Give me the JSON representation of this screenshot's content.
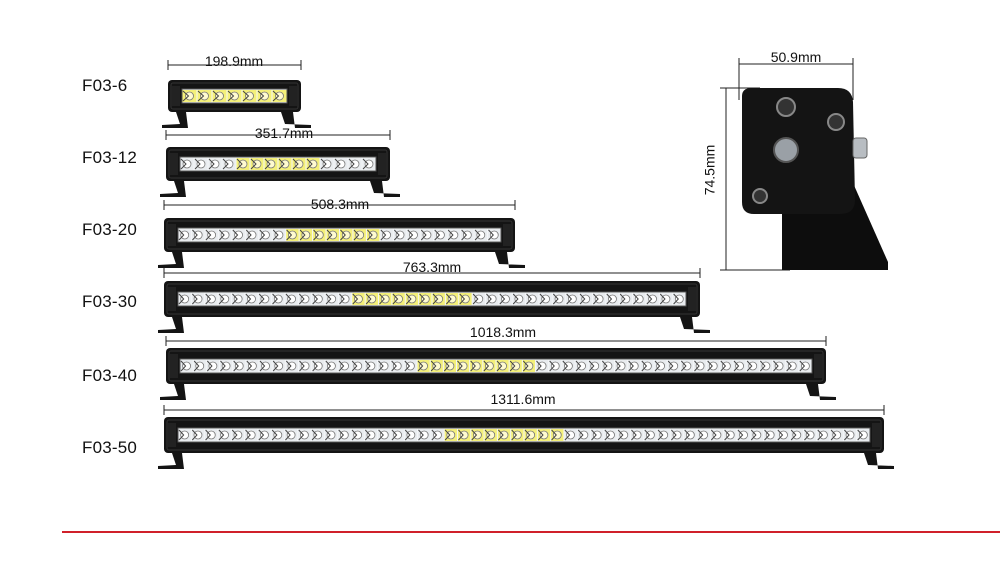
{
  "models": [
    {
      "name": "F03-6",
      "length": "198.9mm"
    },
    {
      "name": "F03-12",
      "length": "351.7mm"
    },
    {
      "name": "F03-20",
      "length": "508.3mm"
    },
    {
      "name": "F03-30",
      "length": "763.3mm"
    },
    {
      "name": "F03-40",
      "length": "1018.3mm"
    },
    {
      "name": "F03-50",
      "length": "1311.6mm"
    }
  ],
  "side_view": {
    "width": "50.9mm",
    "height": "74.5mm"
  },
  "colors": {
    "accent_line": "#d0202a",
    "housing": "#141414",
    "led_white": "#e9ecef",
    "led_yellow": "#f4f07a"
  }
}
